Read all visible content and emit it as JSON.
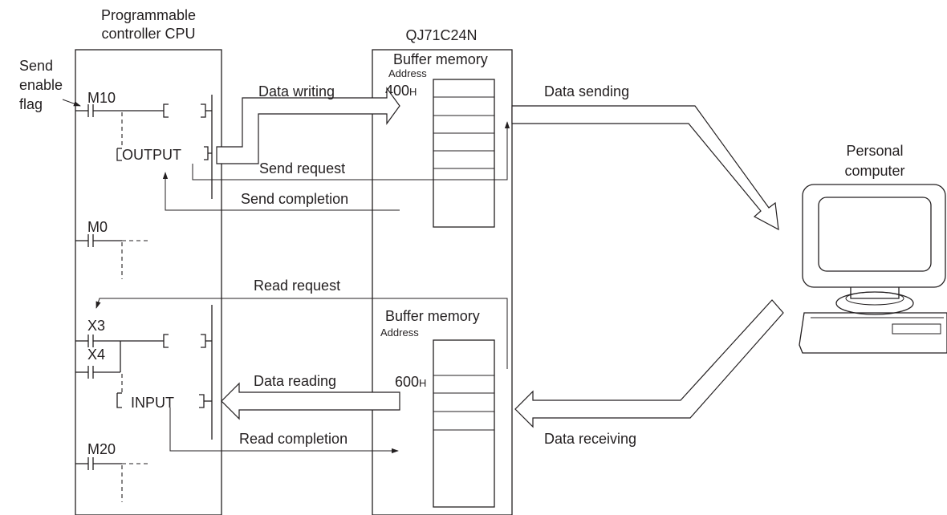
{
  "plc": {
    "title_line1": "Programmable",
    "title_line2": "controller CPU"
  },
  "module": {
    "title": "QJ71C24N",
    "send_buffer_title": "Buffer memory",
    "send_address_caption": "Address",
    "send_address": "400",
    "receive_buffer_title": "Buffer memory",
    "receive_address_caption": "Address",
    "receive_address": "600",
    "address_suffix": "H"
  },
  "pc": {
    "title_line1": "Personal",
    "title_line2": "computer"
  },
  "send_flag": {
    "line1": "Send",
    "line2": "enable",
    "line3": "flag"
  },
  "ladder": {
    "contact_m10": "M10",
    "contact_m0": "M0",
    "contact_x3": "X3",
    "contact_x4": "X4",
    "contact_m20": "M20",
    "output_instruction": "OUTPUT",
    "input_instruction": "INPUT"
  },
  "flows": {
    "data_writing": "Data writing",
    "send_request": "Send request",
    "send_completion": "Send completion",
    "data_sending": "Data sending",
    "read_request": "Read request",
    "data_reading": "Data reading",
    "read_completion": "Read completion",
    "data_receiving": "Data receiving"
  }
}
